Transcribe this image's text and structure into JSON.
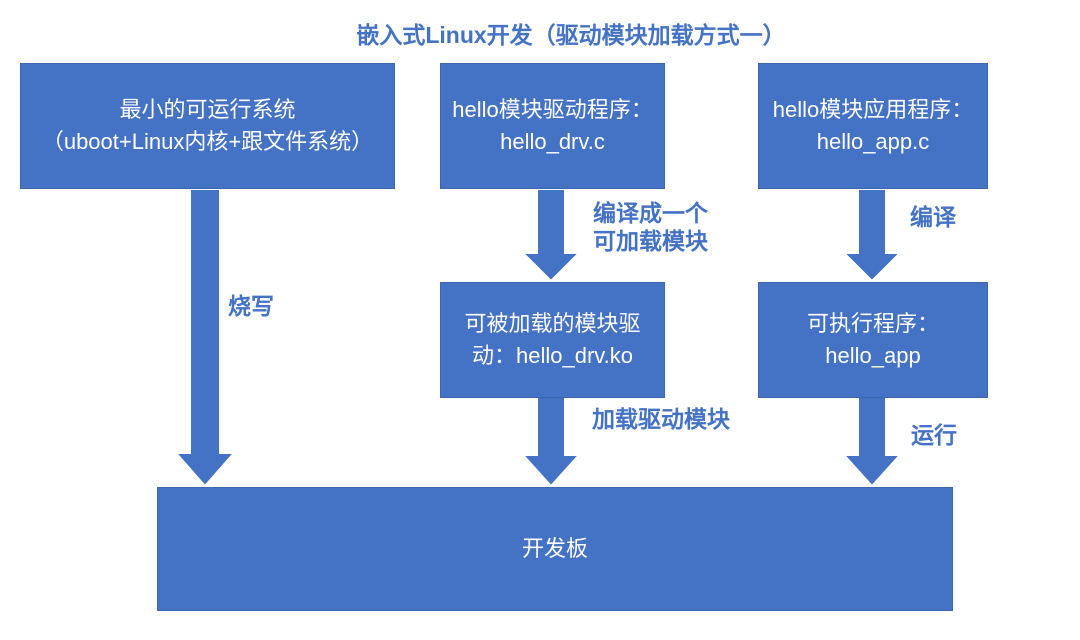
{
  "title": "嵌入式Linux开发（驱动模块加载方式一）",
  "colors": {
    "accent": "#4472C4",
    "boxText": "#FFFFFF",
    "border": "#3C66AE",
    "background": "#FFFFFF"
  },
  "boxes": {
    "minimal_system": {
      "lines": [
        "最小的可运行系统",
        "（uboot+Linux内核+跟文件系统）"
      ]
    },
    "driver_source": {
      "lines": [
        "hello模块驱动程序：",
        "hello_drv.c"
      ]
    },
    "app_source": {
      "lines": [
        "hello模块应用程序：",
        "hello_app.c"
      ]
    },
    "driver_module": {
      "lines": [
        "可被加载的模块驱",
        "动：hello_drv.ko"
      ]
    },
    "executable": {
      "lines": [
        "可执行程序：",
        "hello_app"
      ]
    },
    "dev_board": {
      "label": "开发板"
    }
  },
  "arrow_labels": {
    "burn": "烧写",
    "compile_module": [
      "编译成一个",
      "可加载模块"
    ],
    "compile": "编译",
    "load_module": "加载驱动模块",
    "run": "运行"
  }
}
